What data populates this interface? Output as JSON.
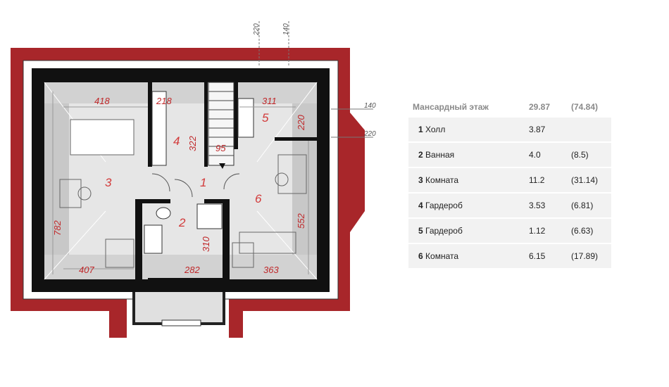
{
  "plan": {
    "external_dims": [
      "220",
      "140",
      "140",
      "220"
    ],
    "inner_dims": {
      "top_left": "418",
      "top_mid": "218",
      "top_right": "311",
      "stair_w": "95",
      "closet_h": "322",
      "right_top": "220",
      "left_side": "782",
      "right_side": "552",
      "bottom_left": "407",
      "bottom_mid": "282",
      "bottom_right": "363",
      "bath_h": "310"
    },
    "room_numbers": [
      "1",
      "2",
      "3",
      "4",
      "5",
      "6"
    ],
    "colors": {
      "roof": "#a8262a",
      "wall": "#111111",
      "floor": "#e6e6e6",
      "slope": "#c8c8c8",
      "dim": "#c0282a"
    }
  },
  "table": {
    "header": {
      "label": "Мансардный этаж",
      "area": "29.87",
      "total": "(74.84)"
    },
    "rows": [
      {
        "num": "1",
        "name": "Холл",
        "area": "3.87",
        "total": ""
      },
      {
        "num": "2",
        "name": "Ванная",
        "area": "4.0",
        "total": "(8.5)"
      },
      {
        "num": "3",
        "name": "Комната",
        "area": "11.2",
        "total": "(31.14)"
      },
      {
        "num": "4",
        "name": "Гардероб",
        "area": "3.53",
        "total": "(6.81)"
      },
      {
        "num": "5",
        "name": "Гардероб",
        "area": "1.12",
        "total": "(6.63)"
      },
      {
        "num": "6",
        "name": "Комната",
        "area": "6.15",
        "total": "(17.89)"
      }
    ]
  }
}
